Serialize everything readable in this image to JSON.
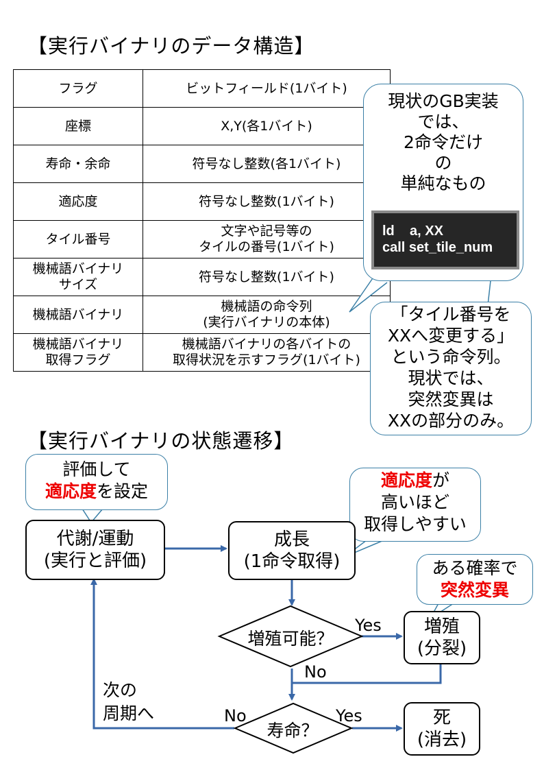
{
  "titles": {
    "structure": "【実行バイナリのデータ構造】",
    "transition": "【実行バイナリの状態遷移】"
  },
  "table": [
    {
      "name": "フラグ",
      "desc": "ビットフィールド(1バイト)"
    },
    {
      "name": "座標",
      "desc": "X,Y(各1バイト)"
    },
    {
      "name": "寿命・余命",
      "desc": "符号なし整数(各1バイト)"
    },
    {
      "name": "適応度",
      "desc": "符号なし整数(1バイト)"
    },
    {
      "name": "タイル番号",
      "desc": "文字や記号等の\nタイルの番号(1バイト)"
    },
    {
      "name": "機械語バイナリ\nサイズ",
      "desc": "符号なし整数(1バイト)"
    },
    {
      "name": "機械語バイナリ",
      "desc": "機械語の命令列\n(実行バイナリの本体)"
    },
    {
      "name": "機械語バイナリ\n取得フラグ",
      "desc": "機械語バイナリの各バイトの\n取得状況を示すフラグ(1バイト)"
    }
  ],
  "callouts": {
    "gb_impl": "現状のGB実装\nでは、\n2命令だけ\nの\n単純なもの",
    "code_line1": "ld    a, XX",
    "code_line2": "call set_tile_num",
    "mutation_note": "「タイル番号を\nXXへ変更する」\nという命令列。\n現状では、\n突然変異は\nXXの部分のみ。",
    "eval_line1": "評価して",
    "eval_red": "適応度",
    "eval_rest": "を設定",
    "fit_red": "適応度",
    "fit_rest": "が",
    "fit_line2": "高いほど",
    "fit_line3": "取得しやすい",
    "prob_line1": "ある確率で",
    "prob_red": "突然変異"
  },
  "flow": {
    "metabolism": "代謝/運動\n(実行と評価)",
    "growth": "成長\n(1命令取得)",
    "can_breed": "増殖可能？",
    "breed": "増殖\n(分裂)",
    "lifespan": "寿命？",
    "death": "死\n(消去)",
    "yes1": "Yes",
    "no1": "No",
    "no2": "No",
    "yes2": "Yes",
    "next_cycle": "次の\n周期へ"
  },
  "colors": {
    "arrow": "#3a68a8",
    "emphasis": "#ee0000",
    "bubble_border": "#3a7fa6",
    "code_bg": "#262626"
  }
}
